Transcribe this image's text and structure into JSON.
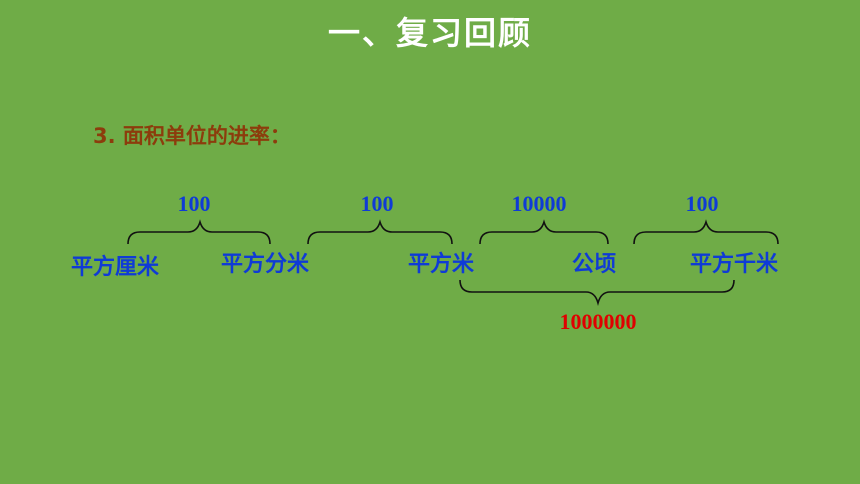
{
  "title": "一、复习回顾",
  "subtitle": "3. 面积单位的进率：",
  "units": {
    "sq_cm": "平方厘米",
    "sq_dm": "平方分米",
    "sq_m": "平方米",
    "hectare": "公顷",
    "sq_km": "平方千米"
  },
  "rates": {
    "cm_to_dm": "100",
    "dm_to_m": "100",
    "m_to_ha": "10000",
    "ha_to_km": "100",
    "m_to_km": "1000000"
  },
  "colors": {
    "background": "#6fac47",
    "unit_text": "#0f3bd6",
    "subtitle_text": "#8c3c0c",
    "highlight_rate": "#e00000"
  }
}
